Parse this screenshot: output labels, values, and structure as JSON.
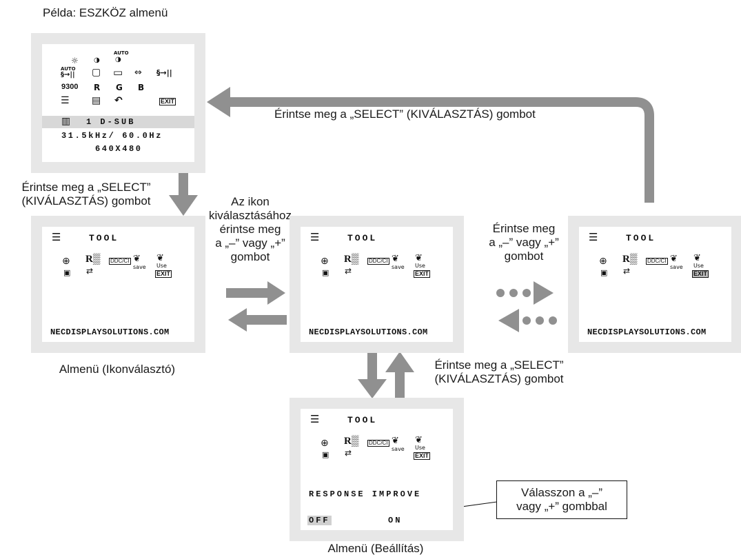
{
  "captions": {
    "example_title": "Példa: ESZKÖZ almenü",
    "select_top": "Érintse meg a „SELECT” (KIVÁLASZTÁS) gombot",
    "select_left_1": "Érintse meg a „SELECT”",
    "select_left_2": "(KIVÁLASZTÁS) gombot",
    "icon_select_1": "Az ikon",
    "icon_select_2": "kiválasztásához",
    "icon_select_3": "érintse meg",
    "icon_select_4": "a „–” vagy „+”",
    "icon_select_5": "gombot",
    "touch_right_1": "Érintse meg",
    "touch_right_2": "a „–” vagy „+”",
    "touch_right_3": "gombot",
    "select_bottom_1": "Érintse meg a „SELECT”",
    "select_bottom_2": "(KIVÁLASZTÁS) gombot",
    "submenu_icon": "Almenü (Ikonválasztó)",
    "submenu_setting": "Almenü (Beállítás)",
    "callout_1": "Válasszon a „–”",
    "callout_2": "vagy „+” gombbal"
  },
  "main_menu": {
    "auto_label": "AUTO",
    "preset": "9300",
    "r": "R",
    "g": "G",
    "b": "B",
    "exit": "EXIT",
    "input": "1 D-SUB",
    "freq": "31.5kHz/ 60.0Hz",
    "resolution": "640X480"
  },
  "tool_menu": {
    "title": "TOOL",
    "ddc": "DDC/CI",
    "save": "save",
    "use": "Use",
    "exit": "EXIT",
    "website": "NECDISPLAYSOLUTIONS.COM",
    "setting_name": "RESPONSE IMPROVE",
    "off": "OFF",
    "on": "ON"
  },
  "colors": {
    "arrow": "#909090",
    "osd_border": "#e7e7e7",
    "highlight": "#d8d8d8"
  }
}
